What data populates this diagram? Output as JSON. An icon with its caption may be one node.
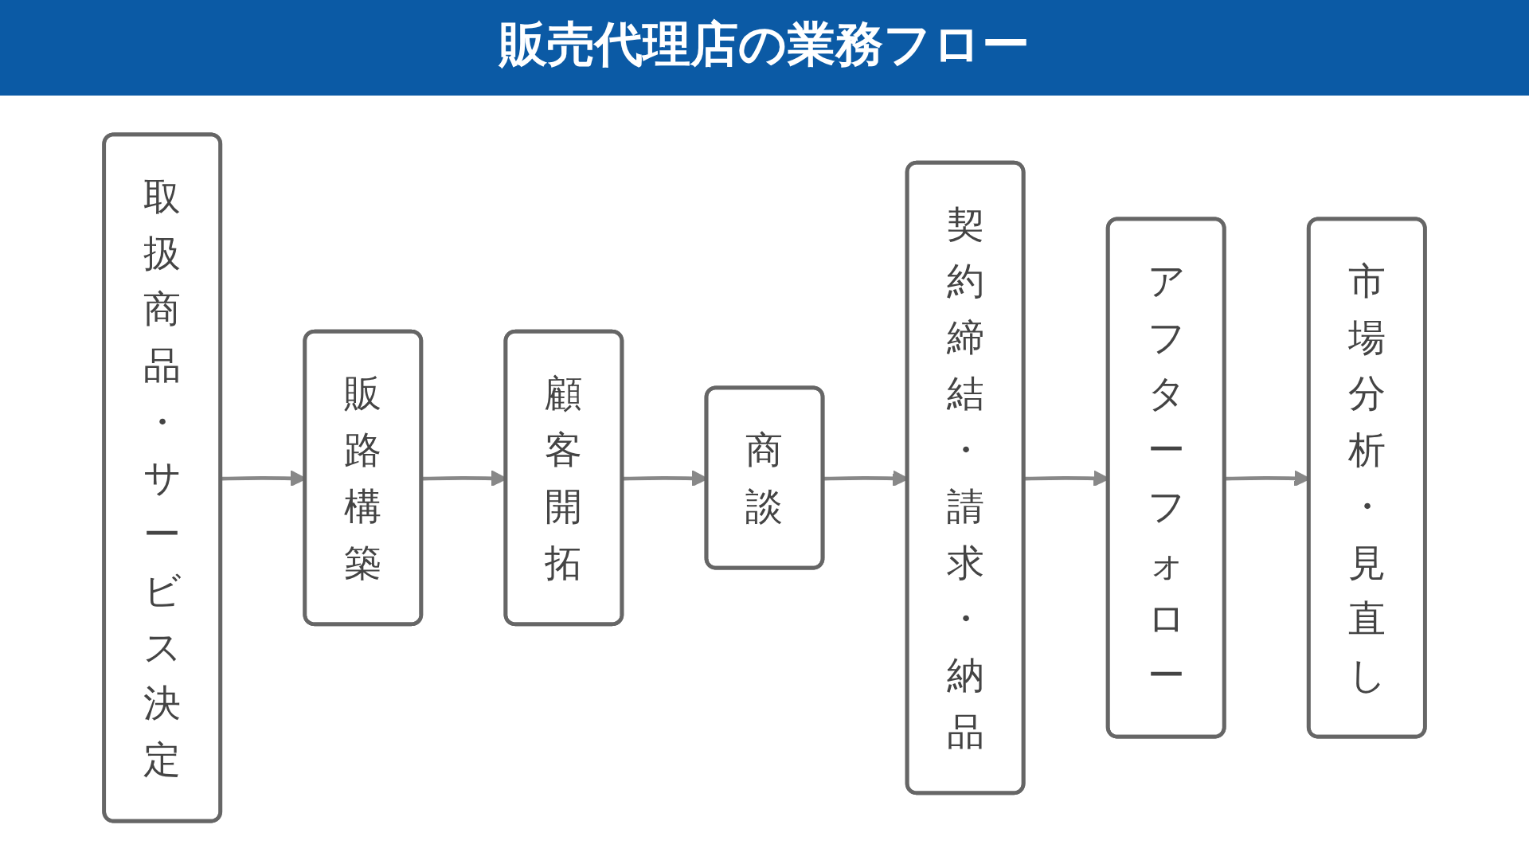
{
  "diagram": {
    "title": "販売代理店の業務フロー",
    "nodes": [
      {
        "text": [
          "取扱商品・サービス決定"
        ]
      },
      {
        "text": [
          "販路構築"
        ]
      },
      {
        "text": [
          "顧客開拓"
        ]
      },
      {
        "text": [
          "商談"
        ]
      },
      {
        "text": [
          "契約締結・請求・納品"
        ]
      },
      {
        "text": [
          "アフターフォロー"
        ]
      },
      {
        "text": [
          "市場分析・見直し"
        ]
      }
    ],
    "edges": [
      {
        "from": 0,
        "to": 1,
        "arrow": "to"
      },
      {
        "from": 1,
        "to": 2,
        "arrow": "to"
      },
      {
        "from": 2,
        "to": 3,
        "arrow": "to"
      },
      {
        "from": 3,
        "to": 4,
        "arrow": "to"
      },
      {
        "from": 4,
        "to": 5,
        "arrow": "to"
      },
      {
        "from": 5,
        "to": 6,
        "arrow": "to"
      }
    ]
  }
}
